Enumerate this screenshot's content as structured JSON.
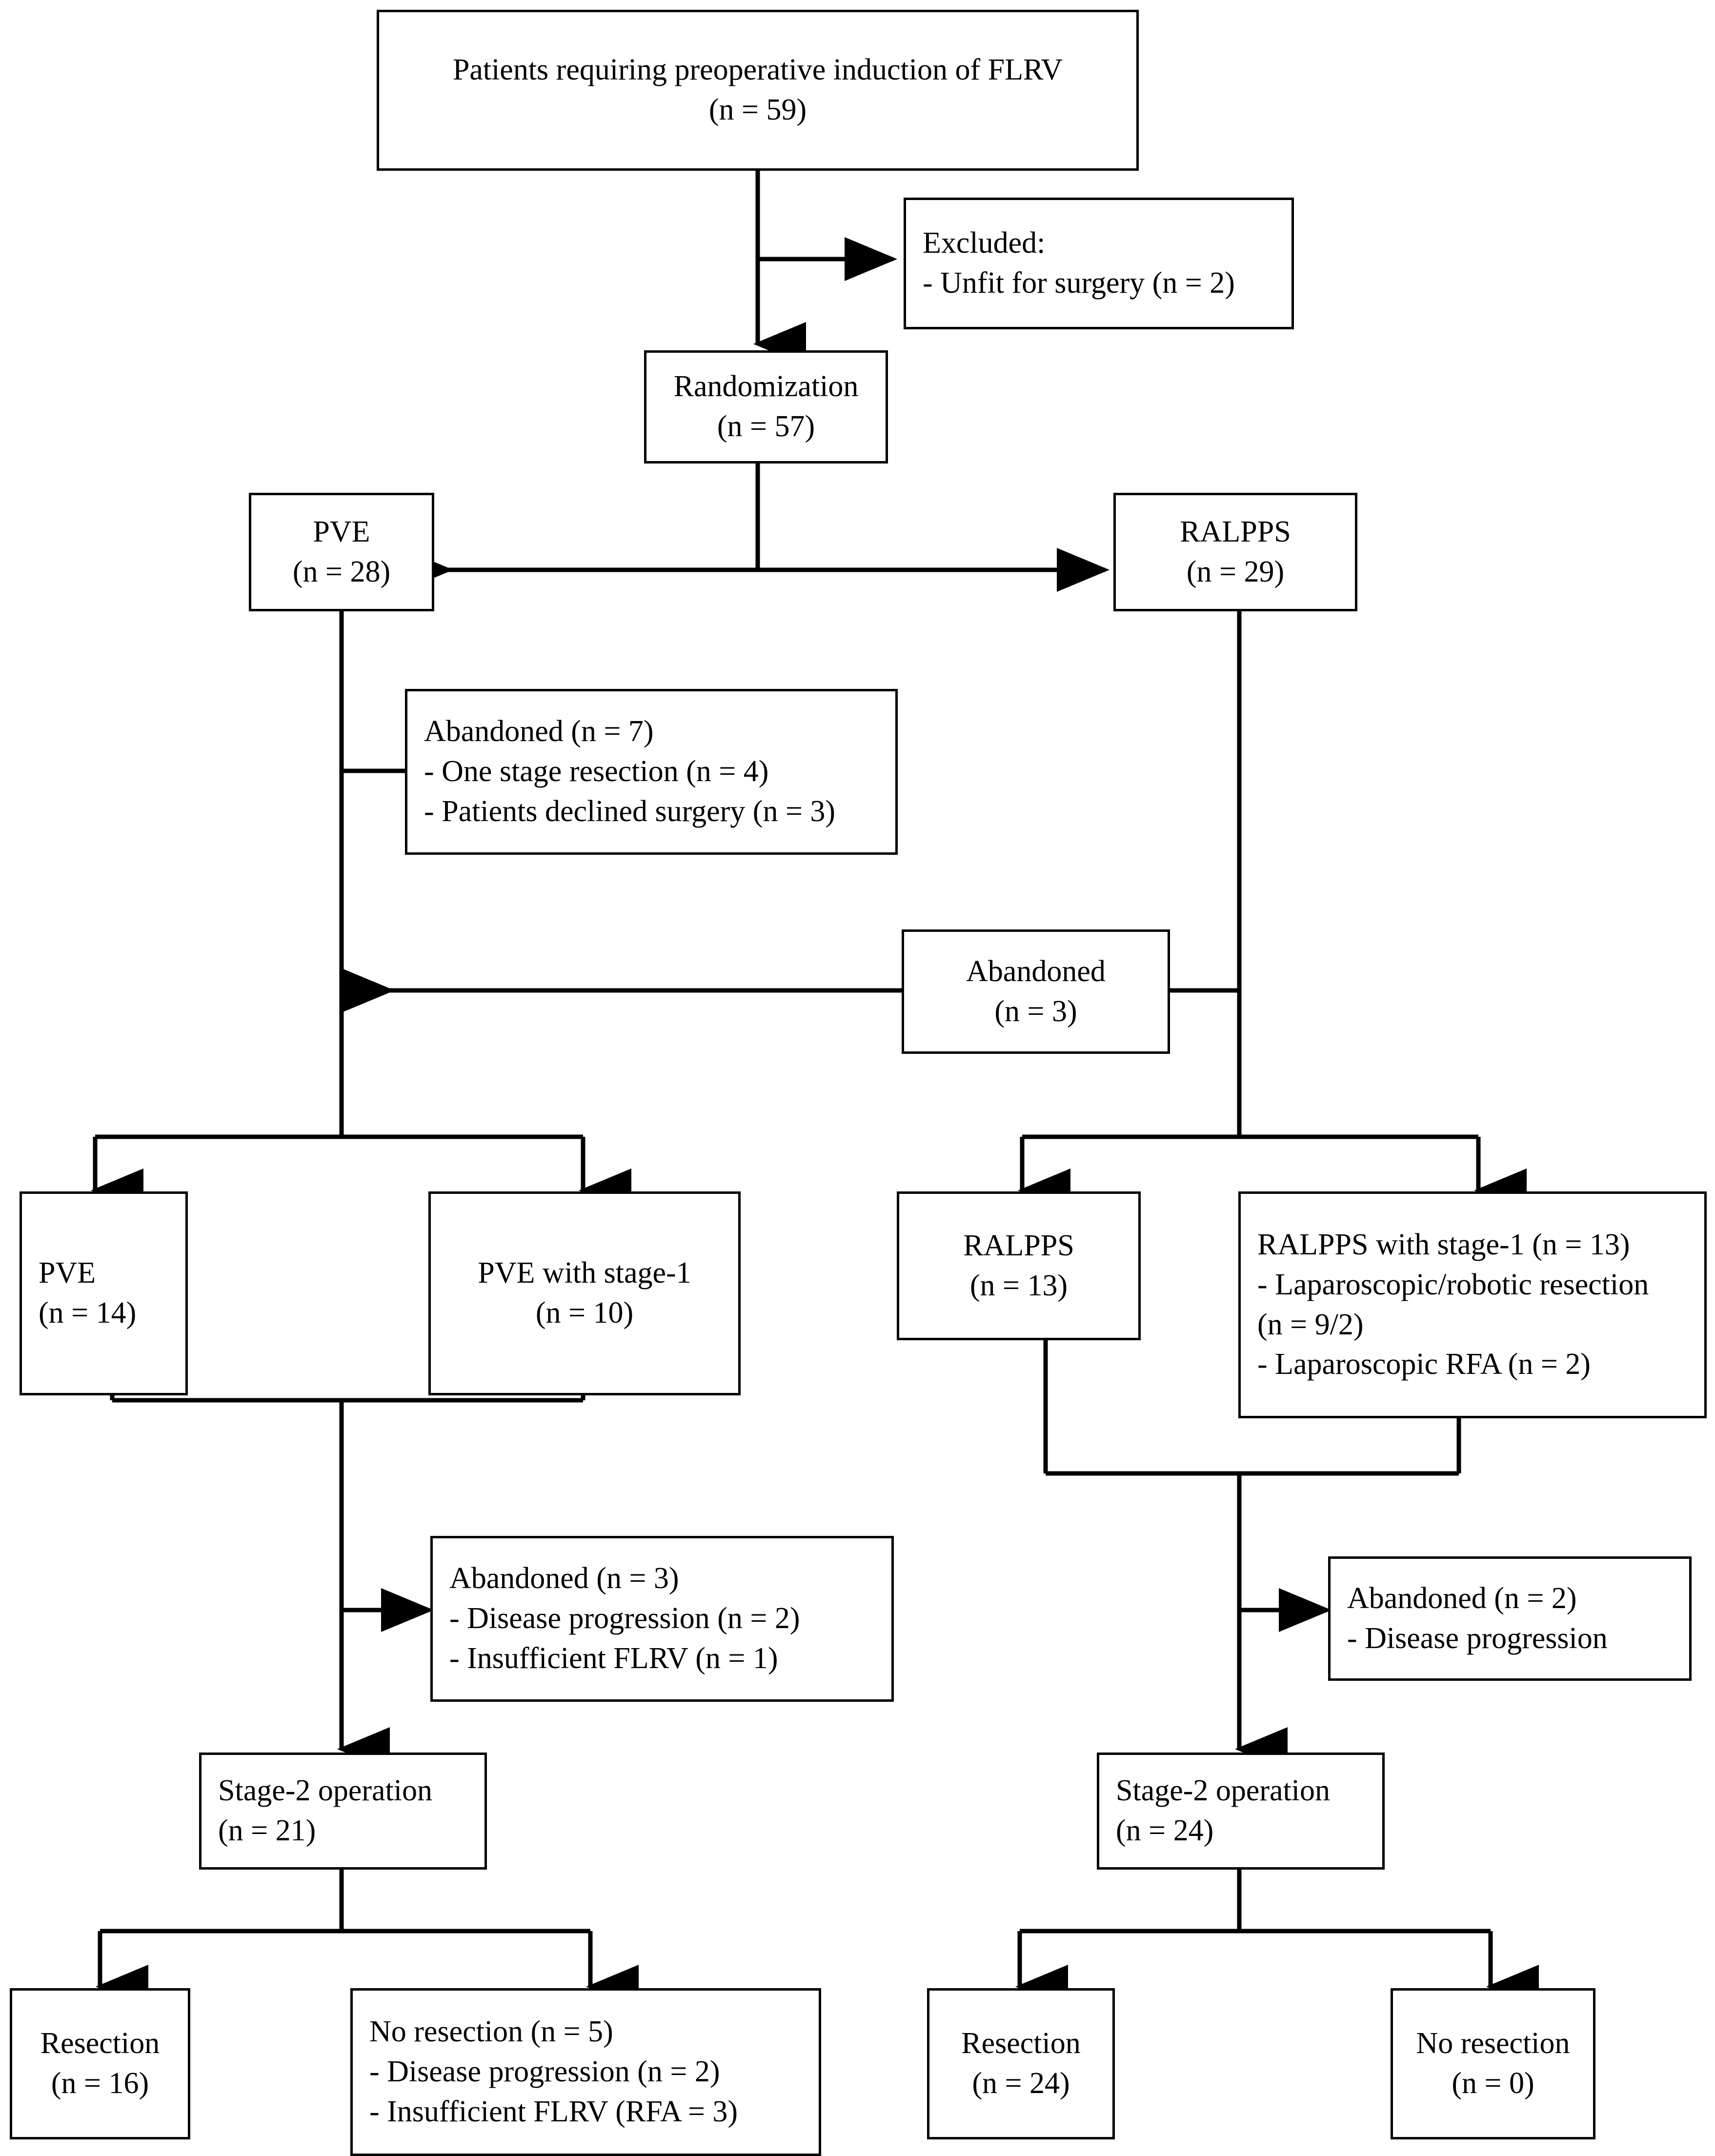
{
  "diagram": {
    "type": "flowchart",
    "title": "CONSORT flow diagram: preoperative induction of FLRV (PVE vs RALPPS)",
    "nodes": {
      "enrollment": {
        "lines": [
          "Patients requiring preoperative induction of FLRV",
          "(n = 59)"
        ]
      },
      "excluded": {
        "lines": [
          "Excluded:",
          "- Unfit for surgery (n = 2)"
        ]
      },
      "randomization": {
        "lines": [
          "Randomization",
          "(n = 57)"
        ]
      },
      "pve_arm": {
        "lines": [
          "PVE",
          "(n = 28)"
        ]
      },
      "ralpps_arm": {
        "lines": [
          "RALPPS",
          "(n = 29)"
        ]
      },
      "abandoned_pve": {
        "lines": [
          "Abandoned (n = 7)",
          "- One stage resection (n = 4)",
          "- Patients declined surgery (n = 3)"
        ]
      },
      "abandoned_ralpps": {
        "lines": [
          "Abandoned",
          "(n = 3)"
        ]
      },
      "pve_only": {
        "lines": [
          "PVE",
          "(n = 14)"
        ]
      },
      "pve_stage1": {
        "lines": [
          "PVE with stage-1",
          "(n = 10)"
        ]
      },
      "ralpps_only": {
        "lines": [
          "RALPPS",
          "(n = 13)"
        ]
      },
      "ralpps_stage1": {
        "lines": [
          "RALPPS with stage-1 (n = 13)",
          "- Laparoscopic/robotic resection",
          "(n = 9/2)",
          "- Laparoscopic RFA (n = 2)"
        ]
      },
      "abandoned_pve2": {
        "lines": [
          "Abandoned (n = 3)",
          "- Disease progression (n = 2)",
          "- Insufficient FLRV (n = 1)"
        ]
      },
      "abandoned_ralpps2": {
        "lines": [
          "Abandoned (n = 2)",
          "- Disease progression"
        ]
      },
      "stage2_left": {
        "lines": [
          "Stage-2 operation",
          "(n = 21)"
        ]
      },
      "stage2_right": {
        "lines": [
          "Stage-2 operation",
          "(n = 24)"
        ]
      },
      "resection_left": {
        "lines": [
          "Resection",
          "(n = 16)"
        ]
      },
      "no_resection_left": {
        "lines": [
          "No resection (n = 5)",
          "- Disease progression (n = 2)",
          "- Insufficient FLRV (RFA = 3)"
        ]
      },
      "resection_right": {
        "lines": [
          "Resection",
          "(n = 24)"
        ]
      },
      "no_resection_right": {
        "lines": [
          "No resection",
          "(n = 0)"
        ]
      }
    },
    "colors": {
      "stroke": "#000000",
      "fill": "#ffffff",
      "text": "#000000"
    }
  }
}
